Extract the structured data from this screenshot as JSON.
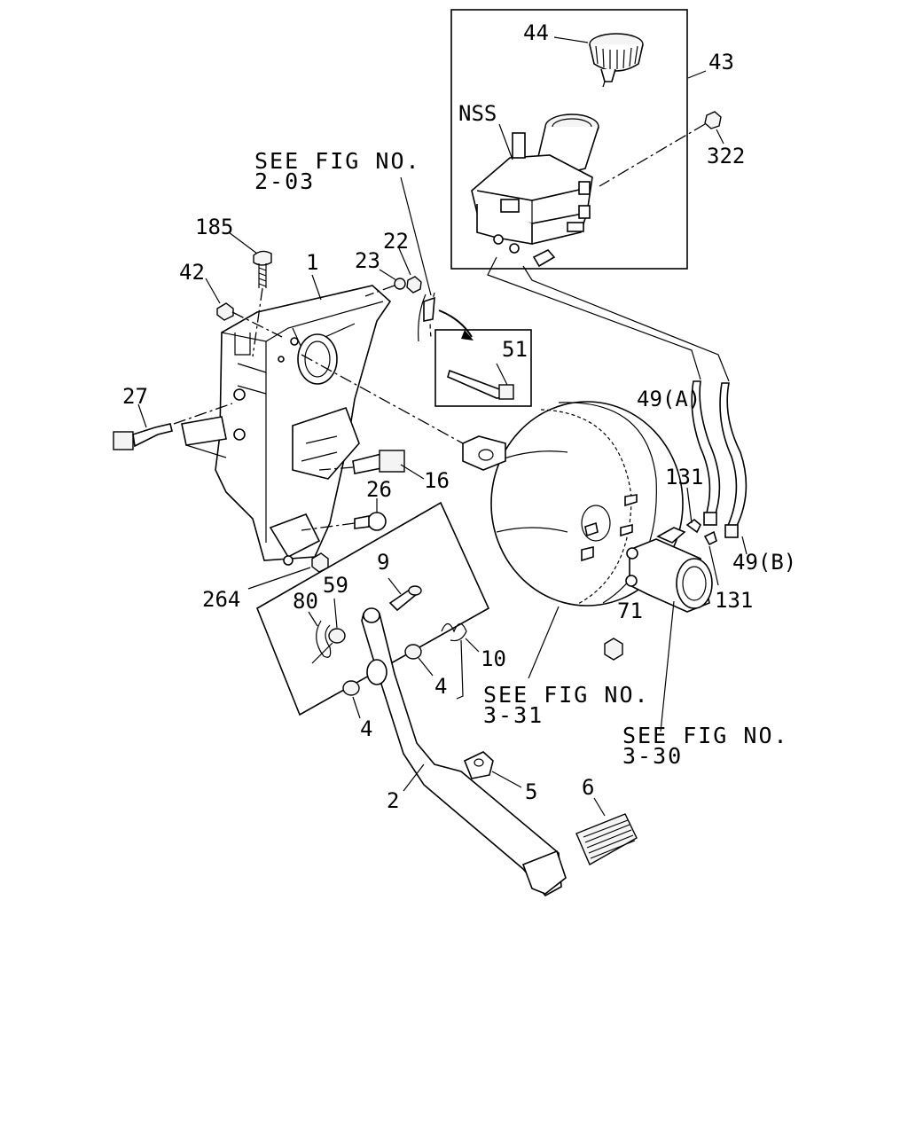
{
  "diagram": {
    "callouts": {
      "p1": "1",
      "p2": "2",
      "p4a": "4",
      "p4b": "4",
      "p5": "5",
      "p6": "6",
      "p9": "9",
      "p10": "10",
      "p16": "16",
      "p22": "22",
      "p23": "23",
      "p26": "26",
      "p27": "27",
      "p42": "42",
      "p43": "43",
      "p44": "44",
      "p49a": "49(A)",
      "p49b": "49(B)",
      "p51": "51",
      "p59": "59",
      "p71": "71",
      "p80": "80",
      "p131a": "131",
      "p131b": "131",
      "p185": "185",
      "p264": "264",
      "p322": "322",
      "nss": "NSS"
    },
    "references": {
      "fig_2_03_line1": "SEE FIG NO.",
      "fig_2_03_line2": "2-03",
      "fig_3_31_line1": "SEE FIG NO.",
      "fig_3_31_line2": "3-31",
      "fig_3_30_line1": "SEE FIG NO.",
      "fig_3_30_line2": "3-30"
    }
  }
}
